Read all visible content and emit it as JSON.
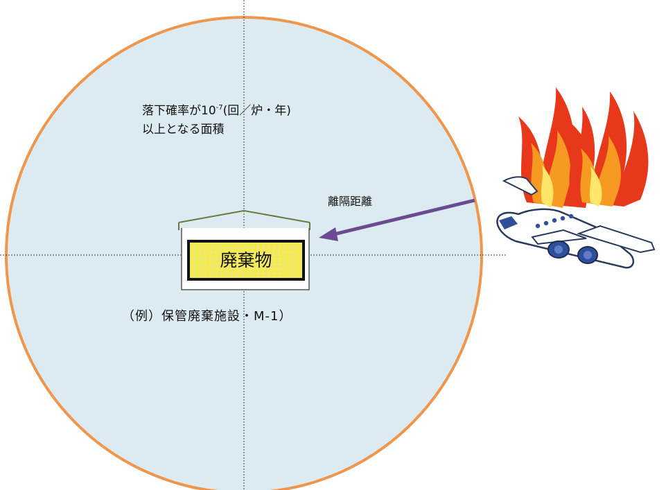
{
  "diagram": {
    "area_label": {
      "line1_prefix": "落下確率が10",
      "line1_exponent": "-7",
      "line1_suffix": "(回／炉・年)",
      "line2": "以上となる面積"
    },
    "distance_label": "離隔距離",
    "facility_content_label": "廃棄物",
    "caption": "（例）保管廃棄施設・M-1）"
  },
  "colors": {
    "circle_fill": "#dcebf1",
    "circle_stroke": "#f0964c",
    "arrow": "#6a4b92",
    "roof": "#6b7a3a",
    "waste_grid": "#f4ea4a",
    "flame_outer": "#e8381c",
    "flame_mid": "#f79a22",
    "flame_inner": "#fde66a",
    "airplane_body": "#ffffff",
    "airplane_accent": "#2f4f9a"
  },
  "icons": [
    "airplane-icon",
    "fire-icon"
  ]
}
